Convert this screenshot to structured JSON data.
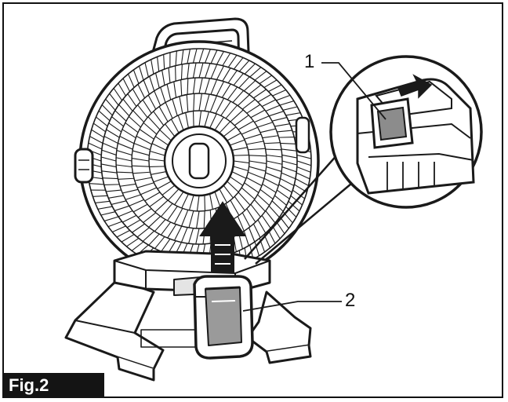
{
  "figure": {
    "label": "Fig.2"
  },
  "callouts": [
    {
      "number": "1"
    },
    {
      "number": "2"
    }
  ],
  "icons": {
    "fan": "fan-illustration-icon",
    "battery": "battery-cartridge-icon",
    "arrow": "up-arrow-icon",
    "detail": "magnified-detail-icon",
    "button": "release-button-icon"
  },
  "colors": {
    "line": "#1a1a1a",
    "shade": "#8c8c8c",
    "label_bg": "#141414",
    "label_text": "#ffffff"
  }
}
